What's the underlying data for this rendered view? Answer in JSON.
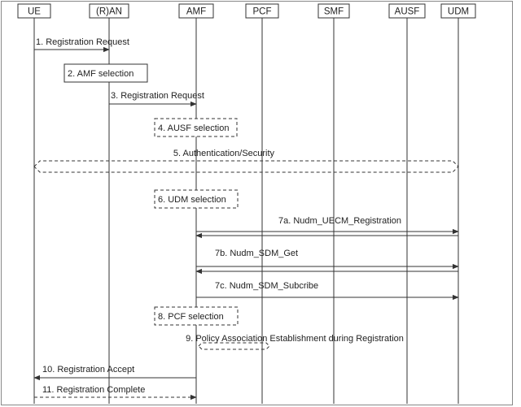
{
  "participants": [
    {
      "id": "ue",
      "label": "UE"
    },
    {
      "id": "ran",
      "label": "(R)AN"
    },
    {
      "id": "amf",
      "label": "AMF"
    },
    {
      "id": "pcf",
      "label": "PCF"
    },
    {
      "id": "smf",
      "label": "SMF"
    },
    {
      "id": "ausf",
      "label": "AUSF"
    },
    {
      "id": "udm",
      "label": "UDM"
    }
  ],
  "steps": [
    {
      "id": "s1",
      "label": "1. Registration Request",
      "type": "message",
      "from": "ue",
      "to": "ran",
      "style": "solid"
    },
    {
      "id": "s2",
      "label": "2. AMF selection",
      "type": "box",
      "at": "ran",
      "style": "solid"
    },
    {
      "id": "s3",
      "label": "3. Registration Request",
      "type": "message",
      "from": "ran",
      "to": "amf",
      "style": "solid"
    },
    {
      "id": "s4",
      "label": "4. AUSF selection",
      "type": "box",
      "at": "amf",
      "style": "dashed"
    },
    {
      "id": "s5",
      "label": "5. Authentication/Security",
      "type": "bidirectional",
      "from": "ue",
      "to": "udm",
      "style": "dashed"
    },
    {
      "id": "s6",
      "label": "6. UDM selection",
      "type": "box",
      "at": "amf",
      "style": "dashed"
    },
    {
      "id": "s7a",
      "label": "7a. Nudm_UECM_Registration",
      "type": "exchange",
      "from": "amf",
      "to": "udm",
      "style": "solid"
    },
    {
      "id": "s7b",
      "label": "7b. Nudm_SDM_Get",
      "type": "exchange",
      "from": "amf",
      "to": "udm",
      "style": "solid"
    },
    {
      "id": "s7c",
      "label": "7c. Nudm_SDM_Subcribe",
      "type": "message",
      "from": "amf",
      "to": "udm",
      "style": "solid"
    },
    {
      "id": "s8",
      "label": "8. PCF selection",
      "type": "box",
      "at": "amf",
      "style": "dashed"
    },
    {
      "id": "s9",
      "label": "9. Policy Association Establishment during Registration",
      "type": "bidirectional",
      "from": "amf",
      "to": "pcf",
      "style": "dashed"
    },
    {
      "id": "s10",
      "label": "10. Registration Accept",
      "type": "message",
      "from": "amf",
      "to": "ue",
      "style": "solid"
    },
    {
      "id": "s11",
      "label": "11. Registration Complete",
      "type": "message",
      "from": "ue",
      "to": "amf",
      "style": "dashed"
    }
  ],
  "colors": {
    "line": "#333333",
    "text": "#222222",
    "background": "#ffffff"
  }
}
